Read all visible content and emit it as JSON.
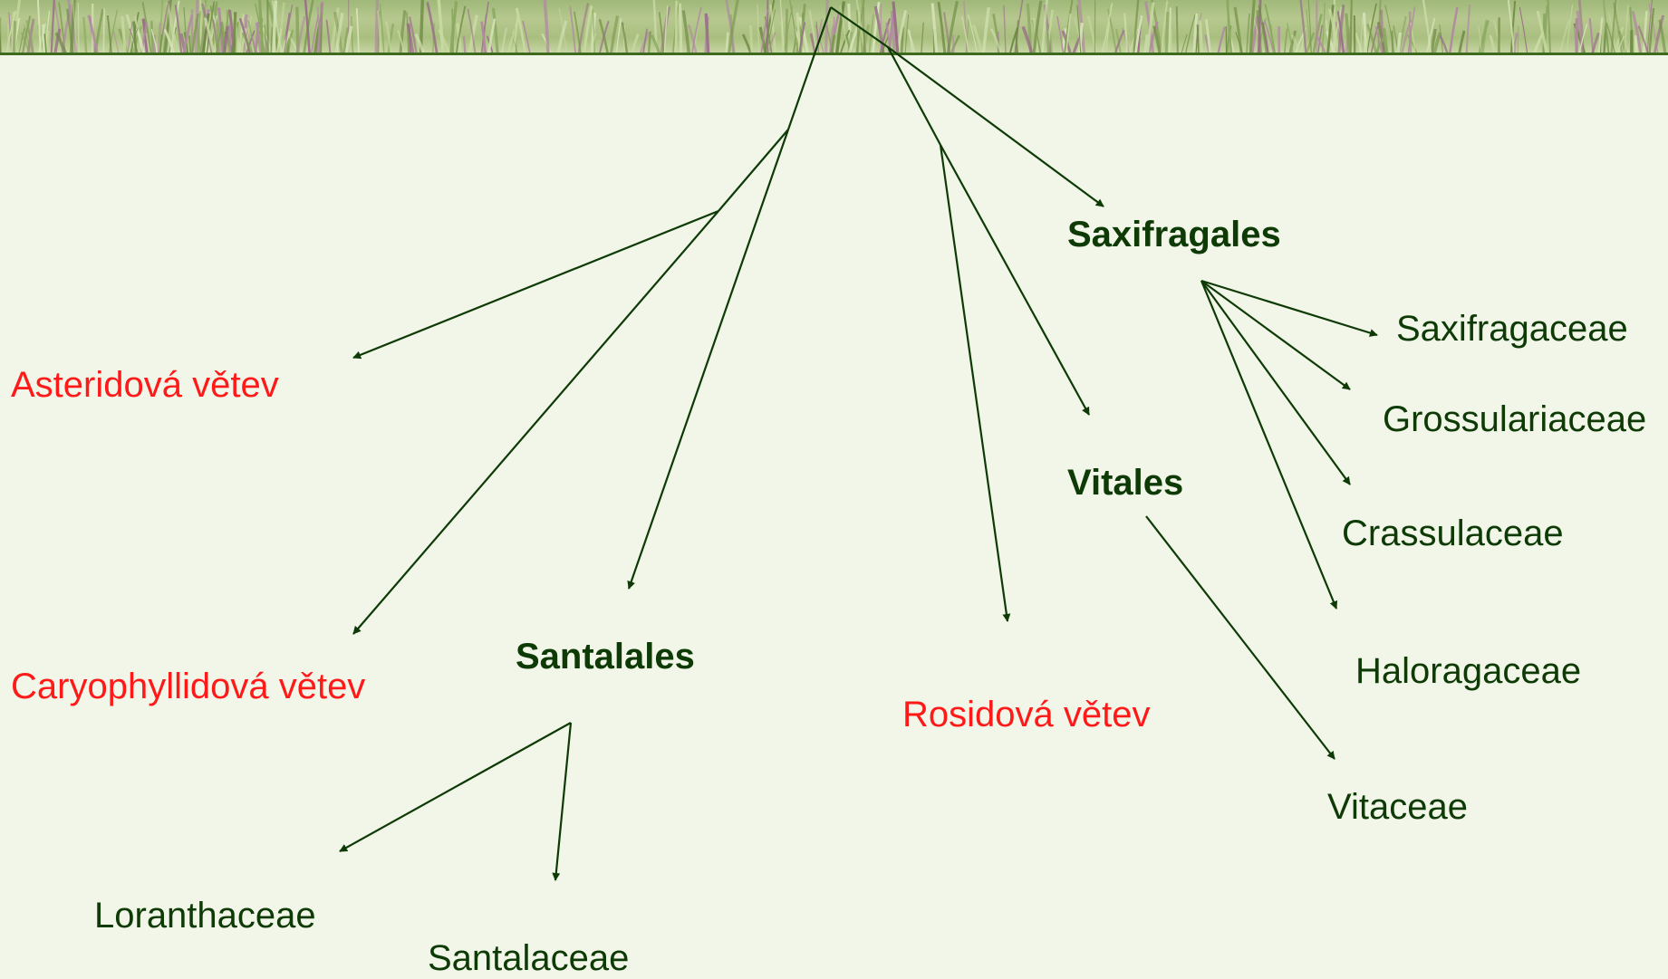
{
  "colors": {
    "background": "#f1f6e8",
    "branch_text": "#ff1a1a",
    "order_text": "#0e3a06",
    "family_text": "#0e3a06",
    "arrow": "#0e3a06",
    "banner": "#a9bf7f"
  },
  "banner": {
    "icon": "grass-texture"
  },
  "branches": {
    "asterid": "Asteridová větev",
    "caryophyllid": "Caryophyllidová větev",
    "rosid": "Rosidová větev"
  },
  "orders": {
    "santalales": "Santalales",
    "saxifragales": "Saxifragales",
    "vitales": "Vitales"
  },
  "families": {
    "loranthaceae": "Loranthaceae",
    "santalaceae": "Santalaceae",
    "saxifragaceae": "Saxifragaceae",
    "grossulariaceae": "Grossulariaceae",
    "crassulaceae": "Crassulaceae",
    "haloragaceae": "Haloragaceae",
    "vitaceae": "Vitaceae"
  }
}
